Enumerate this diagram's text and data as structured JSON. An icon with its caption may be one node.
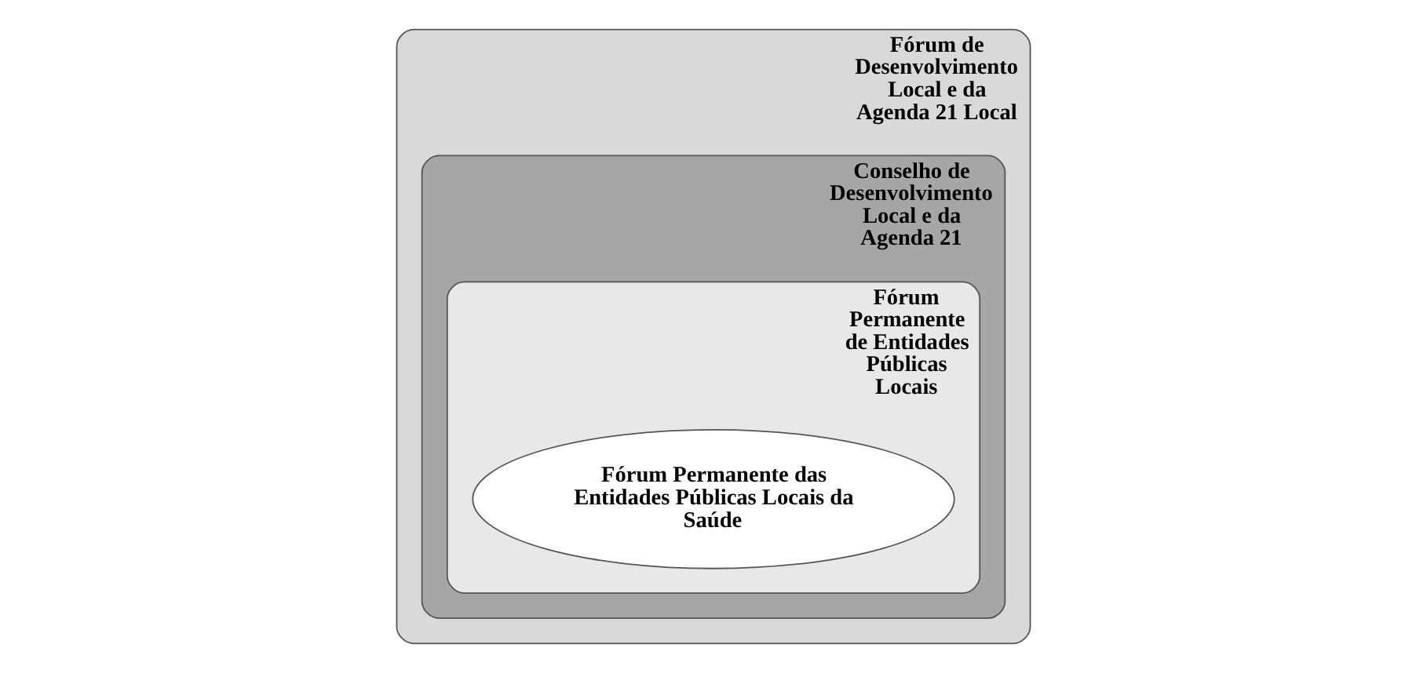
{
  "diagram": {
    "nodes": [
      {
        "text": [
          "Fórum de Desenvolvimento Local e da Agenda 21 Local"
        ]
      },
      {
        "text": [
          "Conselho de Desenvolvimento Local e da Agenda 21"
        ],
        "in": 0
      },
      {
        "text": [
          "Fórum Permanente de Entidades Públicas Locais"
        ],
        "in": 1
      },
      {
        "text": [
          "Fórum Permanente das Entidades Públicas Locais da Saúde"
        ],
        "in": 2
      }
    ]
  }
}
